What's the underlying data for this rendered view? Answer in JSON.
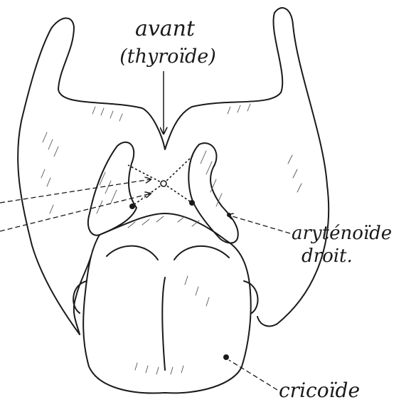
{
  "labels": {
    "anterior_line1": "avant",
    "anterior_line2": "(thyroïde)",
    "arytenoid_line1": "aryténoïde",
    "arytenoid_line2": "droit.",
    "cricoid": "cricoïde"
  },
  "colors": {
    "ink": "#1a1a1a",
    "paper": "#ffffff",
    "hatching": "#555555"
  }
}
